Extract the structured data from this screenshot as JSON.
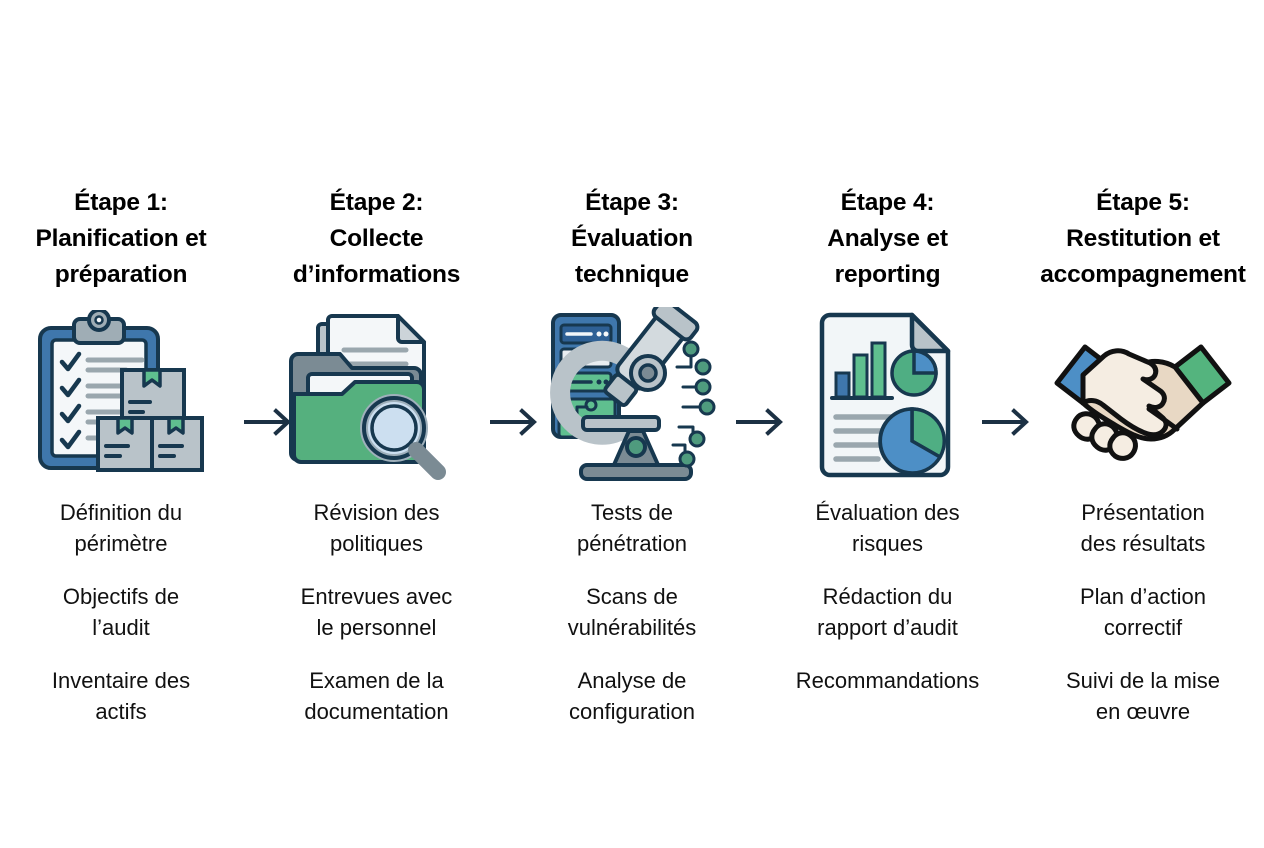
{
  "page": {
    "background_color": "#ffffff",
    "text_color": "#111111",
    "arrow_color": "#1c3144",
    "accent_blue": "#4a86c5",
    "accent_green": "#54b47e",
    "outline": "#17384f"
  },
  "steps": [
    {
      "title": "Étape 1:\nPlanification et\npréparation",
      "icon_name": "clipboard-checklist-boxes-icon",
      "bullets": [
        "Définition du\npérimètre",
        "Objectifs de\nl’audit",
        "Inventaire des\nactifs"
      ]
    },
    {
      "title": "Étape 2:\nCollecte\nd’informations",
      "icon_name": "folder-documents-magnifier-icon",
      "bullets": [
        "Révision des\npolitiques",
        "Entrevues avec\nle personnel",
        "Examen de la\ndocumentation"
      ]
    },
    {
      "title": "Étape 3:\nÉvaluation\ntechnique",
      "icon_name": "microscope-server-circuit-icon",
      "bullets": [
        "Tests de\npénétration",
        "Scans de\nvulnérabilités",
        "Analyse de\nconfiguration"
      ]
    },
    {
      "title": "Étape 4:\nAnalyse et\nreporting",
      "icon_name": "report-charts-document-icon",
      "bullets": [
        "Évaluation des\nrisques",
        "Rédaction du\nrapport d’audit",
        "Recommandations"
      ]
    },
    {
      "title": "Étape 5:\nRestitution et\naccompagnement",
      "icon_name": "handshake-icon",
      "bullets": [
        "Présentation\ndes résultats",
        "Plan d’action\ncorrectif",
        "Suivi de la mise\nen œuvre"
      ]
    }
  ],
  "arrows": [
    {
      "name": "arrow-step1-to-step2"
    },
    {
      "name": "arrow-step2-to-step3"
    },
    {
      "name": "arrow-step3-to-step4"
    },
    {
      "name": "arrow-step4-to-step5"
    }
  ]
}
